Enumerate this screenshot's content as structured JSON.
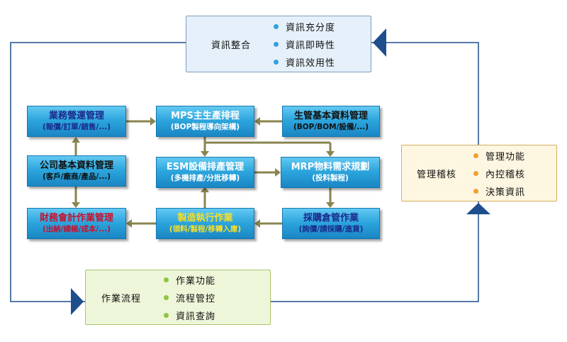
{
  "info_box": {
    "title": "資訊整合",
    "items": [
      "資訊充分度",
      "資訊即時性",
      "資訊效用性"
    ]
  },
  "mgmt_box": {
    "title": "管理稽核",
    "items": [
      "管理功能",
      "內控稽核",
      "決策資訊"
    ]
  },
  "ops_box": {
    "title": "作業流程",
    "items": [
      "作業功能",
      "流程管控",
      "資訊查詢"
    ]
  },
  "modules": {
    "sales": {
      "name": "業務營運管理",
      "detail": "(報價/訂單/銷售/...)"
    },
    "mps": {
      "name": "MPS主生產排程",
      "detail": "(BOP製程導向架構)"
    },
    "prod_base": {
      "name": "生管基本資料管理",
      "detail": "(BOP/BOM/設備/...)"
    },
    "company_base": {
      "name": "公司基本資料管理",
      "detail": "(客戶/廠商/產品/...)"
    },
    "esm": {
      "name": "ESM設備排產管理",
      "detail": "(多機排產/分批移轉)"
    },
    "mrp": {
      "name": "MRP物料需求規劃",
      "detail": "(投料製程)"
    },
    "finance": {
      "name": "財務會計作業管理",
      "detail": "(出納/總帳/成本/...)"
    },
    "mes": {
      "name": "製造執行作業",
      "detail": "(領料/製程/移轉入庫)"
    },
    "purchase": {
      "name": "採購倉管作業",
      "detail": "(詢價/請採購/進貨)"
    }
  },
  "colors": {
    "loop_line": "#1f4e8c",
    "module_arrow": "#8a8450",
    "module_fill": "#2ba4dc",
    "info_fill": "#e6f0fa",
    "mgmt_fill": "#fdf6e1",
    "ops_fill": "#eef6d9"
  }
}
